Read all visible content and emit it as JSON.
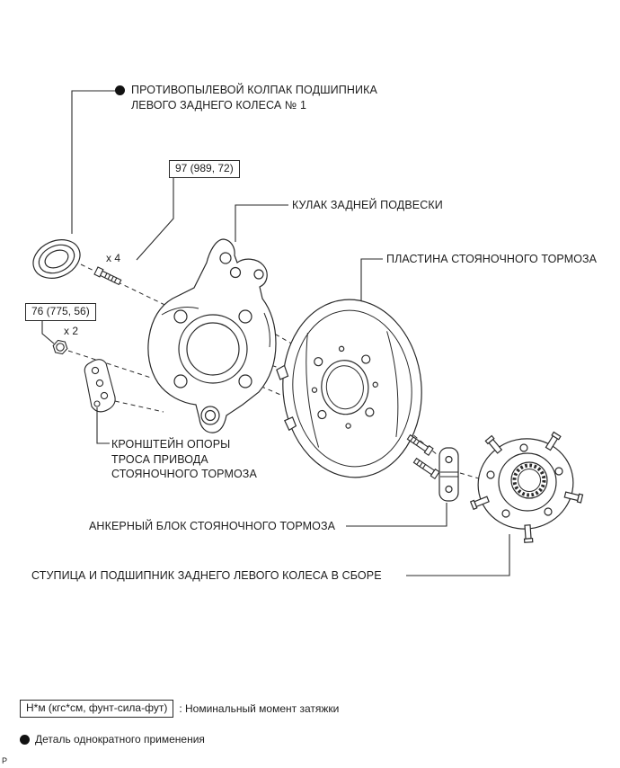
{
  "colors": {
    "background": "#ffffff",
    "line": "#2a2a2a",
    "text": "#1d1d1d"
  },
  "icons": {
    "single_use_marker": "filled-black-circle"
  },
  "callouts": {
    "dust_cap": {
      "label": "ПРОТИВОПЫЛЕВОЙ КОЛПАК ПОДШИПНИКА\nЛЕВОГО ЗАДНЕГО КОЛЕСА № 1",
      "single_use": true
    },
    "knuckle": {
      "label": "КУЛАК ЗАДНЕЙ ПОДВЕСКИ"
    },
    "brake_plate": {
      "label": "ПЛАСТИНА СТОЯНОЧНОГО ТОРМОЗА"
    },
    "cable_bracket": {
      "label": "КРОНШТЕЙН ОПОРЫ\nТРОСА ПРИВОДА\nСТОЯНОЧНОГО ТОРМОЗА"
    },
    "anchor_block": {
      "label": "АНКЕРНЫЙ БЛОК СТОЯНОЧНОГО ТОРМОЗА"
    },
    "hub_bearing": {
      "label": "СТУПИЦА И ПОДШИПНИК ЗАДНЕГО ЛЕВОГО КОЛЕСА В СБОРЕ"
    }
  },
  "torque_specs": {
    "knuckle_bolts": {
      "value": "97 (989, 72)",
      "quantity": "x 4"
    },
    "bracket_nuts": {
      "value": "76 (775, 56)",
      "quantity": "x 2"
    }
  },
  "legend": {
    "torque_unit": "Н*м (кгс*см, фунт-сила-фут)",
    "torque_meaning": ": Номинальный момент затяжки",
    "single_use_meaning": "Деталь однократного применения"
  },
  "page_marker": "P"
}
